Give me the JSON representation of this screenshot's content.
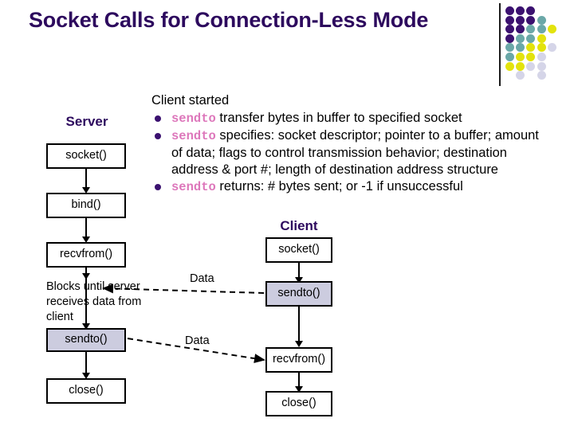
{
  "slide": {
    "title": "Socket Calls for Connection-Less Mode"
  },
  "decoration": {
    "name": "dot-grid-motif",
    "colors": {
      "purple": "#3b1170",
      "teal": "#6ba8a8",
      "yellow": "#e3e30d",
      "lavender": "#d5d5e8"
    },
    "rows": [
      [
        "purple",
        "purple",
        "purple",
        "",
        ""
      ],
      [
        "purple",
        "purple",
        "purple",
        "teal",
        ""
      ],
      [
        "purple",
        "purple",
        "teal",
        "teal",
        "yellow"
      ],
      [
        "purple",
        "teal",
        "teal",
        "yellow",
        ""
      ],
      [
        "teal",
        "teal",
        "yellow",
        "yellow",
        "lavender"
      ],
      [
        "teal",
        "yellow",
        "yellow",
        "lavender",
        ""
      ],
      [
        "yellow",
        "yellow",
        "lavender",
        "lavender",
        ""
      ],
      [
        "",
        "lavender",
        "",
        "lavender",
        ""
      ]
    ]
  },
  "body": {
    "lead": "Client started",
    "bullets": [
      {
        "code": "sendto",
        "text": " transfer bytes in buffer to specified socket"
      },
      {
        "code": "sendto",
        "text": " specifies: socket descriptor; pointer to a buffer; amount of data; flags to control transmission behavior; destination address & port #; length of destination address structure"
      },
      {
        "code": "sendto",
        "text": " returns:  # bytes sent;  or -1 if unsuccessful"
      }
    ]
  },
  "server_flow": {
    "title": "Server",
    "nodes": [
      {
        "label": "socket()",
        "highlight": false
      },
      {
        "label": "bind()",
        "highlight": false
      },
      {
        "label": "recvfrom()",
        "highlight": false
      },
      {
        "label": "sendto()",
        "highlight": true
      },
      {
        "label": "close()",
        "highlight": false
      }
    ],
    "note": "Blocks until server receives data from client"
  },
  "client_flow": {
    "title": "Client",
    "nodes": [
      {
        "label": "socket()",
        "highlight": false
      },
      {
        "label": "sendto()",
        "highlight": true
      },
      {
        "label": "recvfrom()",
        "highlight": false
      },
      {
        "label": "close()",
        "highlight": false
      }
    ]
  },
  "links": [
    {
      "label": "Data",
      "direction": "server-to-client"
    },
    {
      "label": "Data",
      "direction": "client-to-server"
    }
  ]
}
